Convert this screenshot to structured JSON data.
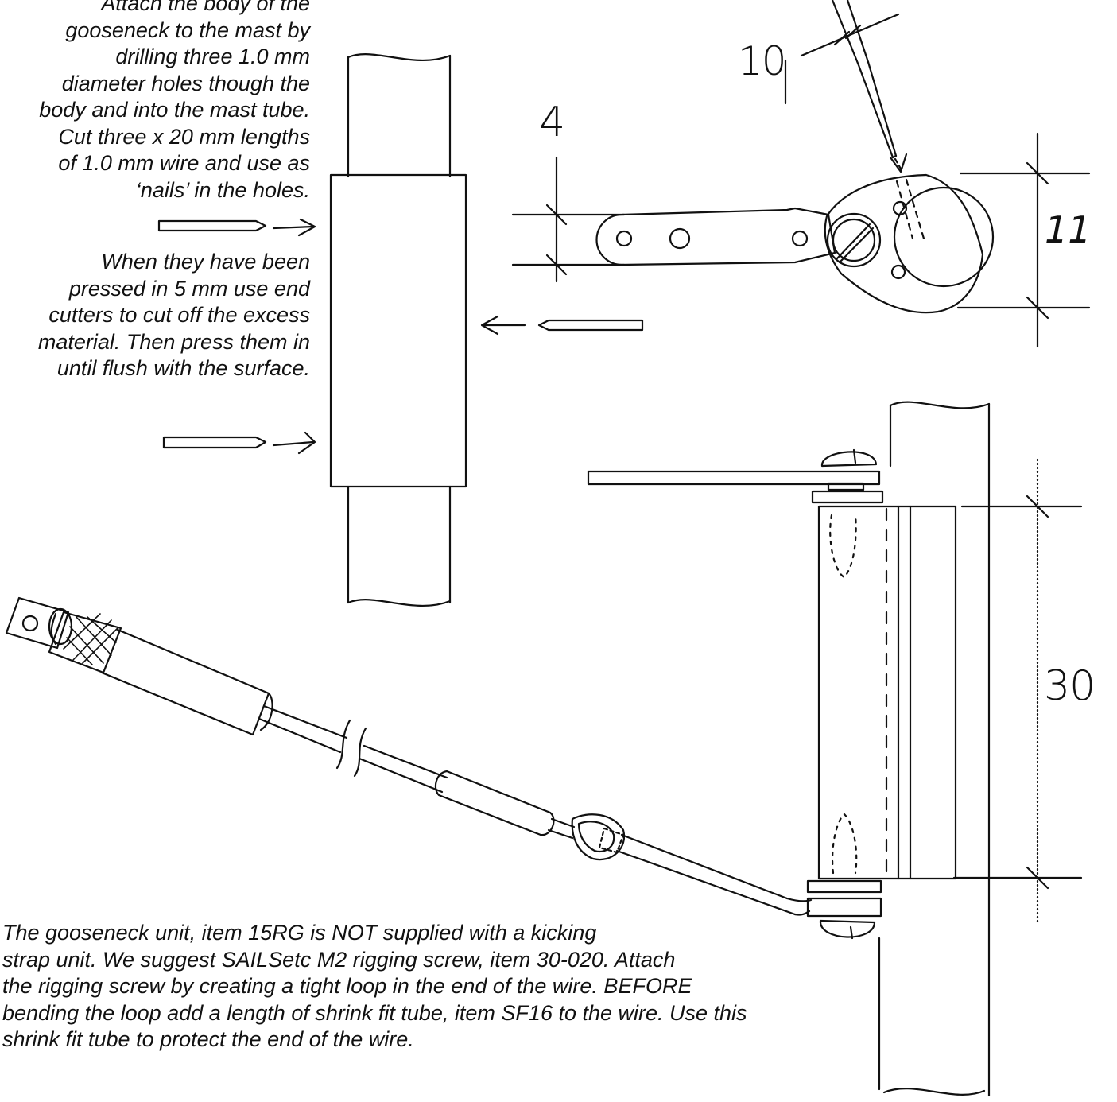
{
  "instructions": {
    "top_lines": [
      "Attach the body of the",
      "gooseneck to the mast by",
      "drilling three 1.0 mm",
      "diameter holes though the",
      "body and into the mast tube.",
      "Cut three x 20 mm lengths",
      "of 1.0 mm wire and use as",
      "‘nails’ in the holes."
    ],
    "middle_lines": [
      "When they have been",
      "pressed in 5 mm use end",
      "cutters to cut off the excess",
      "material. Then press them in",
      "until flush with the surface."
    ],
    "bottom_lines": [
      "The gooseneck unit, item 15RG is NOT supplied with a kicking",
      "strap unit. We suggest SAILSetc M2 rigging screw, item 30-020. Attach",
      "the rigging screw by creating a tight loop in the end of the wire. BEFORE",
      "bending the loop add a length of shrink fit tube, item SF16 to the wire. Use this",
      "shrink fit tube to protect the end of the wire."
    ]
  },
  "dimensions": {
    "hole_spacing": "10",
    "strap_width": "4",
    "body_width": "11",
    "body_height": "30"
  },
  "colors": {
    "ink": "#111111",
    "paper": "#ffffff"
  }
}
